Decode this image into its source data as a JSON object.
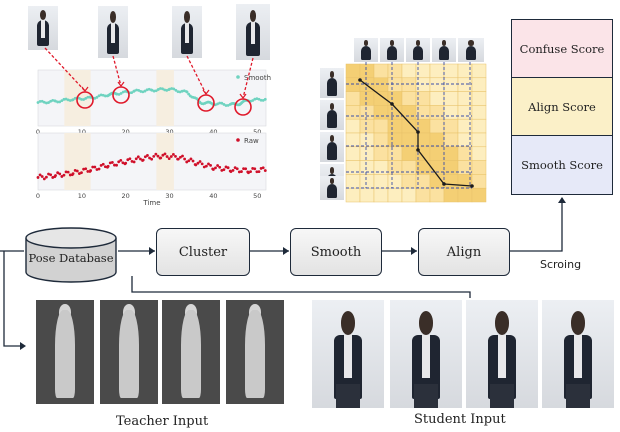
{
  "pipeline": {
    "database_label": "Pose Database",
    "cluster_label": "Cluster",
    "smooth_label": "Smooth",
    "align_label": "Align",
    "scoring_label": "Scroing"
  },
  "scores": [
    {
      "label": "Confuse Score",
      "color": "#fbe4e8"
    },
    {
      "label": "Align Score",
      "color": "#fbf0c8"
    },
    {
      "label": "Smooth Score",
      "color": "#e6e9f8"
    }
  ],
  "captions": {
    "teacher": "Teacher Input",
    "student": "Student Input"
  },
  "plots": {
    "top_legend": "Smooth",
    "bottom_legend": "Raw",
    "xlabel": "Time",
    "ticks": [
      "0",
      "10",
      "20",
      "30",
      "40",
      "50"
    ],
    "colors": {
      "smooth": "#6fd3c0",
      "raw": "#d0102a",
      "highlight": "#f6eee0",
      "circle": "#e0182a"
    }
  },
  "chart_data": [
    {
      "type": "scatter",
      "title": "",
      "xlabel": "",
      "ylabel": "",
      "xlim": [
        0,
        52
      ],
      "ylim": [
        0,
        1
      ],
      "series": [
        {
          "name": "Smooth",
          "x": [
            0,
            4,
            8,
            12,
            16,
            18,
            22,
            26,
            30,
            34,
            37,
            40,
            44,
            46,
            48,
            52
          ],
          "y": [
            0.42,
            0.44,
            0.48,
            0.5,
            0.56,
            0.58,
            0.62,
            0.64,
            0.66,
            0.6,
            0.42,
            0.4,
            0.38,
            0.4,
            0.46,
            0.48
          ]
        }
      ]
    },
    {
      "type": "scatter",
      "title": "",
      "xlabel": "Time",
      "ylabel": "",
      "xlim": [
        0,
        52
      ],
      "ylim": [
        0,
        1
      ],
      "series": [
        {
          "name": "Raw",
          "x": [
            0,
            4,
            8,
            12,
            16,
            20,
            24,
            28,
            32,
            36,
            40,
            44,
            48,
            52
          ],
          "y": [
            0.22,
            0.26,
            0.3,
            0.36,
            0.44,
            0.5,
            0.56,
            0.6,
            0.58,
            0.48,
            0.4,
            0.36,
            0.34,
            0.36
          ]
        }
      ]
    }
  ]
}
